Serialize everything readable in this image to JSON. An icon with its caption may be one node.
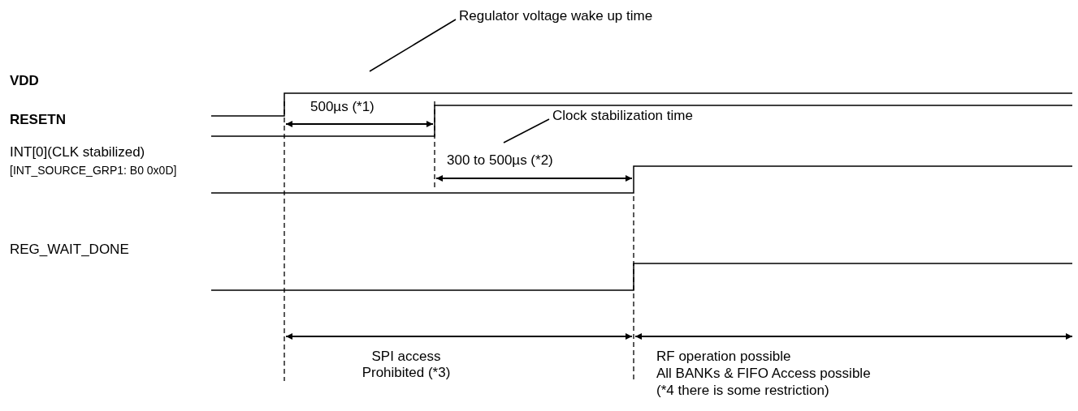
{
  "diagram": {
    "nodes": [
      {
        "text": [
          "Regulator voltage wake up time"
        ]
      },
      {
        "text": [
          "Clock stabilization time"
        ]
      }
    ],
    "edges": [
      {
        "from": 0,
        "to": null,
        "arrow": "none"
      },
      {
        "from": 1,
        "to": null,
        "arrow": "none"
      }
    ],
    "labels": [
      "VDD",
      "500µs (*1)",
      "RESETN",
      "INT[0](CLK stabilized)",
      "300 to 500µs (*2)",
      "[INT_SOURCE_GRP1: B0 0x0D]",
      "REG_WAIT_DONE",
      "SPI access Prohibited (*3)",
      "RF operation possible",
      "All BANKs & FIFO Access possible",
      "(*4 there is some restriction)"
    ]
  }
}
